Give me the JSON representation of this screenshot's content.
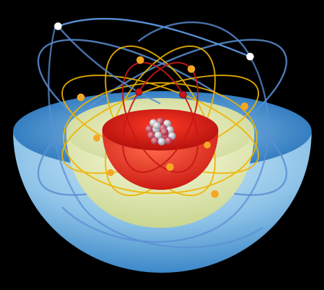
{
  "illustration": {
    "subject": "cutaway-atom-model",
    "colors": {
      "background": "#000000",
      "outer_shell": "#3d8fd1",
      "middle_shell": "#e8ecb4",
      "inner_shell": "#e8201a",
      "nucleus_proton": "#c23a4a",
      "nucleus_neutron": "#c9c9d4",
      "outer_orbit": "#5a8fd4",
      "middle_orbit": "#f0b400",
      "inner_orbit": "#c81818",
      "outer_electron": "#ffffff",
      "middle_electron": "#f5a623",
      "inner_electron": "#c81818"
    },
    "nucleus": {
      "proton_count": 10,
      "neutron_count": 12
    },
    "shells": [
      {
        "name": "outer-shell",
        "electron_count": 2
      },
      {
        "name": "middle-shell",
        "electron_count": 9
      },
      {
        "name": "inner-shell",
        "electron_count": 2
      }
    ]
  }
}
